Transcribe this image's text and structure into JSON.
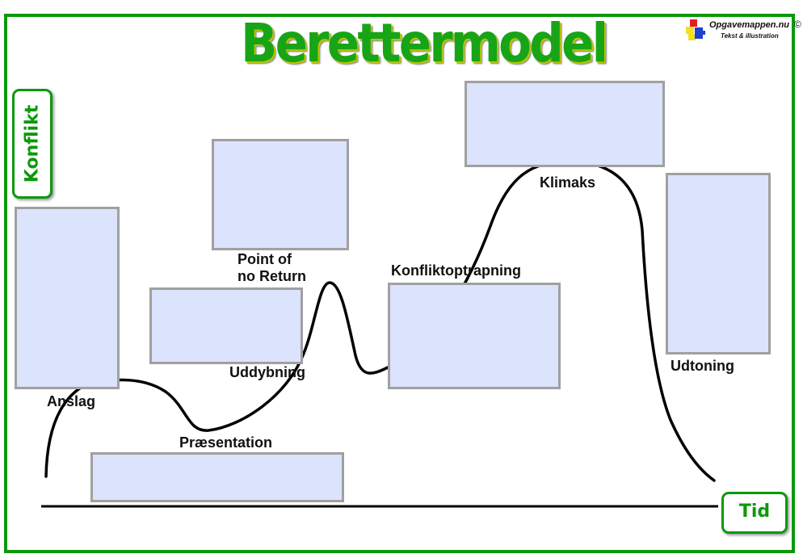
{
  "title": "Berettermodel",
  "logo": {
    "site": "Opgavemappen.nu",
    "copyright": "©",
    "subtitle": "Tekst & illustration",
    "icon": "puzzle-pieces-icon"
  },
  "axes": {
    "y_label": "Konflikt",
    "x_label": "Tid"
  },
  "phases": [
    {
      "id": "anslag",
      "label": "Anslag",
      "answer": ""
    },
    {
      "id": "praesentation",
      "label": "Præsentation",
      "answer": ""
    },
    {
      "id": "uddybning",
      "label": "Uddybning",
      "answer": ""
    },
    {
      "id": "point-of-no-return",
      "label_line1": "Point of",
      "label_line2": "no Return",
      "answer": ""
    },
    {
      "id": "konfliktoptrapning",
      "label": "Konfliktoptrapning",
      "answer": ""
    },
    {
      "id": "klimaks",
      "label": "Klimaks",
      "answer": ""
    },
    {
      "id": "udtoning",
      "label": "Udtoning",
      "answer": ""
    }
  ],
  "colors": {
    "frame": "#0a9a0a",
    "title": "#17a417",
    "box_fill": "#dce3fc",
    "box_border": "#a0a0a0",
    "curve": "#000000"
  }
}
